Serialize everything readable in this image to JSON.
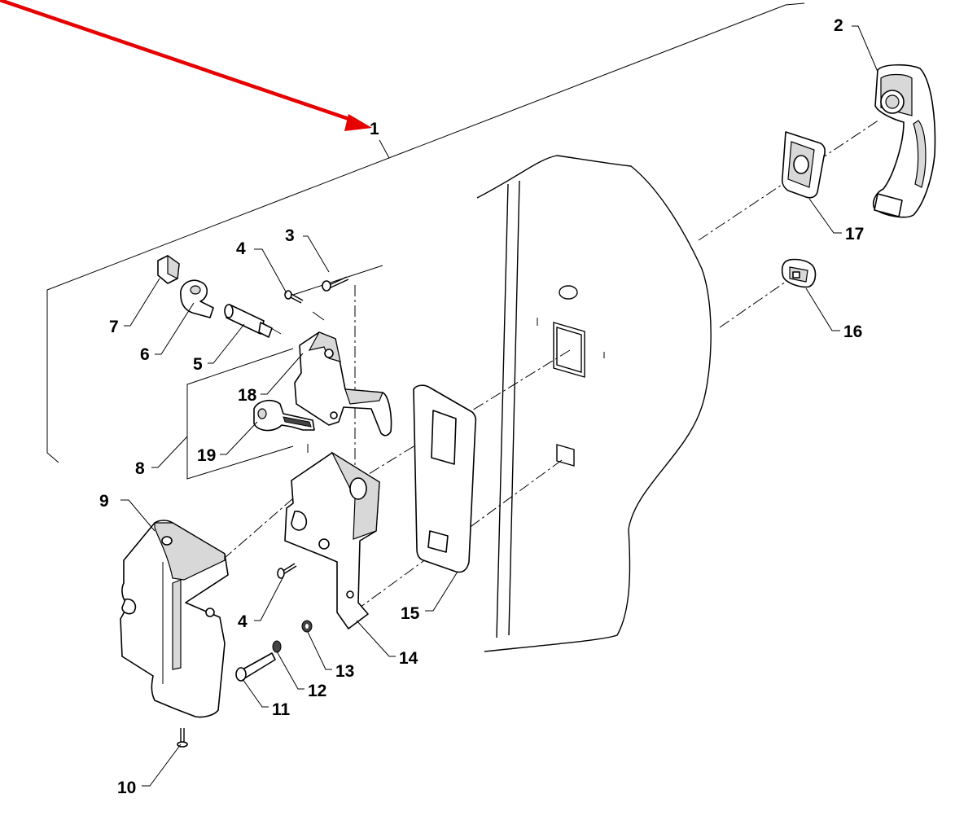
{
  "diagram": {
    "callout_labels": [
      "1",
      "2",
      "3",
      "4",
      "5",
      "6",
      "7",
      "8",
      "9",
      "10",
      "11",
      "12",
      "13",
      "14",
      "15",
      "16",
      "17",
      "18",
      "19"
    ],
    "second_label_4": "4",
    "colors": {
      "pointer_arrow": "#e60000",
      "linework": "#000000",
      "background": "#ffffff"
    }
  }
}
